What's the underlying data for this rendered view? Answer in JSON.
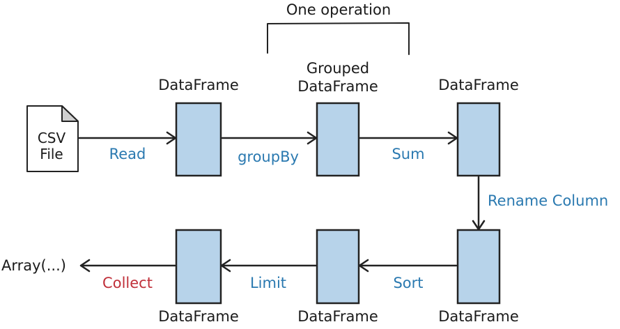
{
  "diagram": {
    "title": "One operation",
    "source": {
      "line1": "CSV",
      "line2": "File"
    },
    "result": "Array(...)",
    "nodes": [
      {
        "id": "df1",
        "label_line1": "DataFrame",
        "label_line2": ""
      },
      {
        "id": "df2",
        "label_line1": "Grouped",
        "label_line2": "DataFrame"
      },
      {
        "id": "df3",
        "label_line1": "DataFrame",
        "label_line2": ""
      },
      {
        "id": "df4",
        "label_line1": "DataFrame",
        "label_line2": ""
      },
      {
        "id": "df5",
        "label_line1": "DataFrame",
        "label_line2": ""
      },
      {
        "id": "df6",
        "label_line1": "DataFrame",
        "label_line2": ""
      }
    ],
    "operations": {
      "read": "Read",
      "groupby": "groupBy",
      "sum": "Sum",
      "rename": "Rename Column",
      "sort": "Sort",
      "limit": "Limit",
      "collect": "Collect"
    },
    "colors": {
      "box_fill": "#b7d3ea",
      "stroke": "#222222",
      "operation_text": "#2a79b0",
      "action_text": "#c0303a"
    }
  }
}
